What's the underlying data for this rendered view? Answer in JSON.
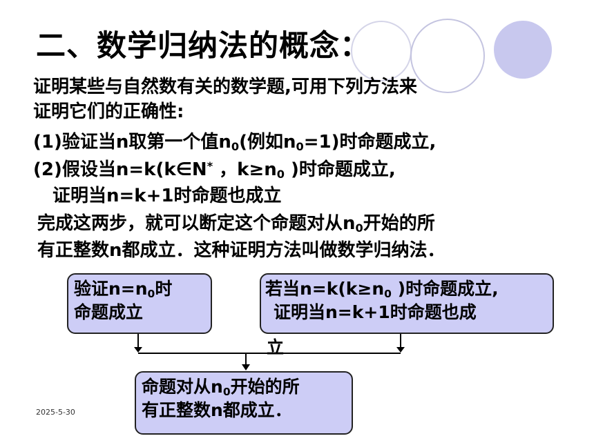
{
  "title": "二、数学归纳法的概念：",
  "intro": {
    "line1": "证明某些与自然数有关的数学题,可用下列方法来",
    "line2": "证明它们的正确性:"
  },
  "step1": {
    "prefix": "(1)验证当n取第一个值n",
    "sub1": "0",
    "mid": "(例如n",
    "sub2": "0",
    "suffix": "=1)时命题成立,"
  },
  "step2": {
    "prefix": "(2)假设当n=k(k∈N",
    "sup": "*",
    "mid": " ，k≥n",
    "sub": "0",
    "suffix": " )时命题成立,",
    "line2": "证明当n=k+1时命题也成立"
  },
  "conclusion": {
    "prefix": "完成这两步，就可以断定这个命题对从n",
    "sub": "0",
    "suffix": "开始的所",
    "line2": "有正整数n都成立．这种证明方法叫做数学归纳法．"
  },
  "box_base": {
    "prefix": "验证n=n",
    "sub": "0",
    "suffix": "时",
    "line2": "命题成立"
  },
  "box_inductive": {
    "prefix": "若当n=k(k≥n",
    "sub": "0",
    "suffix": " )时命题成立,",
    "line2": "证明当n=k+1时命题也成",
    "overflow": "立"
  },
  "box_result": {
    "prefix": "命题对从n",
    "sub": "0",
    "suffix": "开始的所",
    "line2": "有正整数n都成立．"
  },
  "footer": {
    "date": "2025-5-30"
  },
  "colors": {
    "box_fill": "#cdcdf6",
    "deco_fill": "#c8c8ee",
    "deco_outline": "#c4c4e0"
  }
}
